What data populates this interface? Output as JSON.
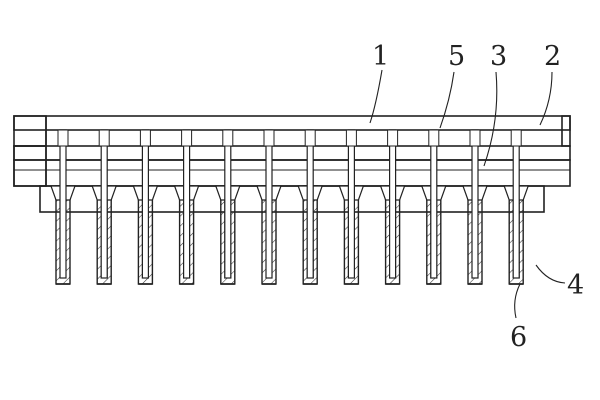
{
  "labels": [
    {
      "id": "1",
      "text": "1"
    },
    {
      "id": "5",
      "text": "5"
    },
    {
      "id": "3",
      "text": "3"
    },
    {
      "id": "2",
      "text": "2"
    },
    {
      "id": "4",
      "text": "4"
    },
    {
      "id": "6",
      "text": "6"
    }
  ],
  "pins": {
    "count": 12
  },
  "colors": {
    "line": "#222222",
    "background": "#ffffff"
  }
}
